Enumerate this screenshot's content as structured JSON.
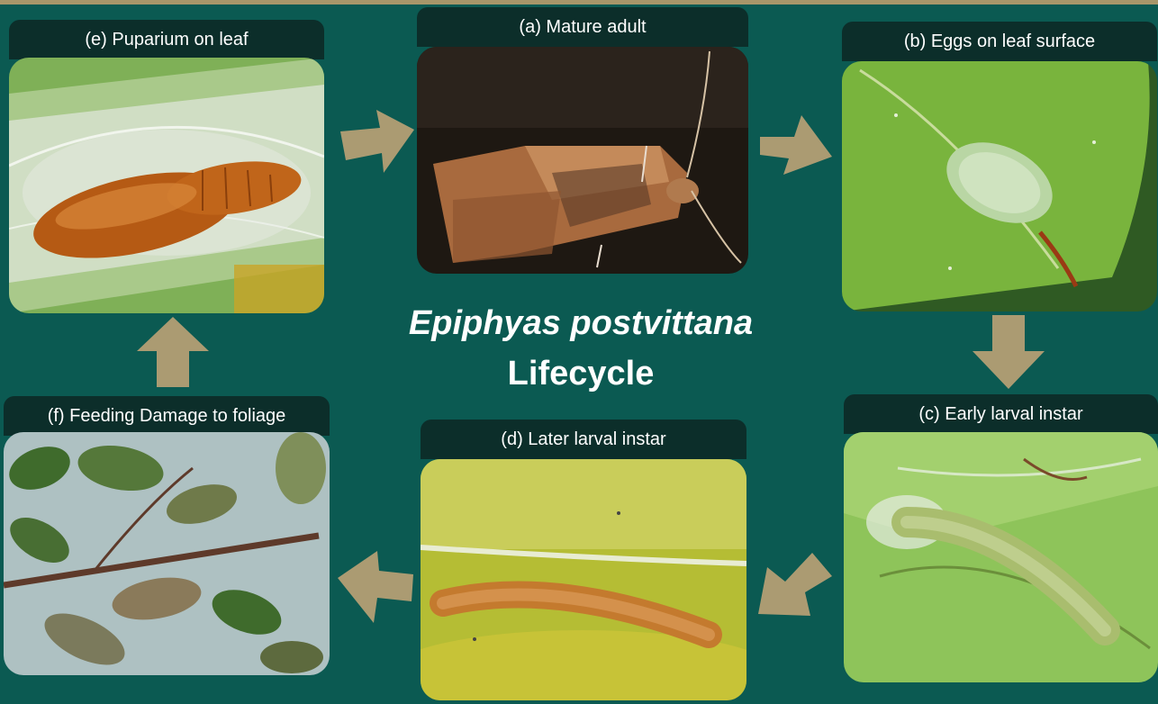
{
  "title": {
    "species": "Epiphyas postvittana",
    "subtitle": "Lifecycle"
  },
  "stages": {
    "a": {
      "label": "(a)  Mature adult"
    },
    "b": {
      "label": "(b) Eggs on leaf surface"
    },
    "c": {
      "label": "(c) Early larval instar"
    },
    "d": {
      "label": "(d) Later larval instar"
    },
    "e": {
      "label": "(e) Puparium on leaf"
    },
    "f": {
      "label": "(f) Feeding  Damage to foliage"
    }
  },
  "colors": {
    "background": "#0b5a52",
    "label_bar": "#0c2e2a",
    "arrow": "#ab9b72",
    "text": "#ffffff"
  }
}
